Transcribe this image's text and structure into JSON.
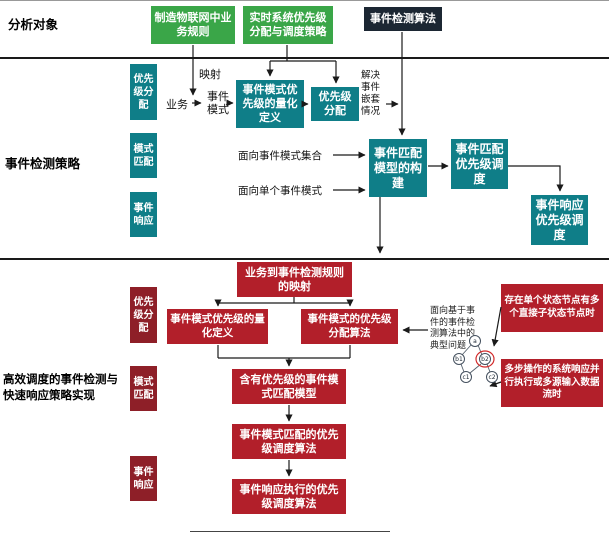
{
  "top": {
    "section_label": "分析对象",
    "box_business_rules": "制造物联网中业务规则",
    "box_realtime_strategy": "实时系统优先级分配与调度策略",
    "box_detection_algorithm": "事件检测算法"
  },
  "middle": {
    "section_label": "事件检测策略",
    "side_priority": "优先级分配",
    "side_matching": "模式匹配",
    "side_response": "事件响应",
    "label_mapping": "映射",
    "label_business": "业务",
    "label_event_pattern": "事件模式",
    "box_quantify": "事件模式优先级的量化定义",
    "box_priority": "优先级分配",
    "label_nesting": "解决事件嵌套情况",
    "label_pattern_set": "面向事件模式集合",
    "label_single_pattern": "面向单个事件模式",
    "box_match_model": "事件匹配模型的构建",
    "box_match_schedule": "事件匹配优先级调度",
    "box_response_schedule": "事件响应优先级调度"
  },
  "bottom": {
    "section_label": "高效调度的事件检测与快速响应策略实现",
    "side_priority": "优先级分配",
    "side_matching": "模式匹配",
    "side_response": "事件响应",
    "box_rule_mapping": "业务到事件检测规则的映射",
    "box_quantify": "事件模式优先级的量化定义",
    "box_assign_algorithm": "事件模式的优先级分配算法",
    "box_match_model": "含有优先级的事件模式匹配模型",
    "box_match_schedule_algorithm": "事件模式匹配的优先级调度算法",
    "box_response_schedule_algorithm": "事件响应执行的优先级调度算法",
    "label_typical_problem": "面向基于事件的事件检测算法中的典型问题",
    "note_single_state": "存在单个状态节点有多个直接子状态节点时",
    "note_multi_step": "多步操作的系统响应并行执行或多源输入数据流时",
    "graph_nodes": [
      "a",
      "b1",
      "b2",
      "c1",
      "c2"
    ]
  },
  "colors": {
    "green": "#3aa648",
    "navy": "#1c2733",
    "teal": "#0f7e88",
    "red": "#b21f2a",
    "dark_red": "#8e1f28",
    "line": "#1a1a1a"
  }
}
